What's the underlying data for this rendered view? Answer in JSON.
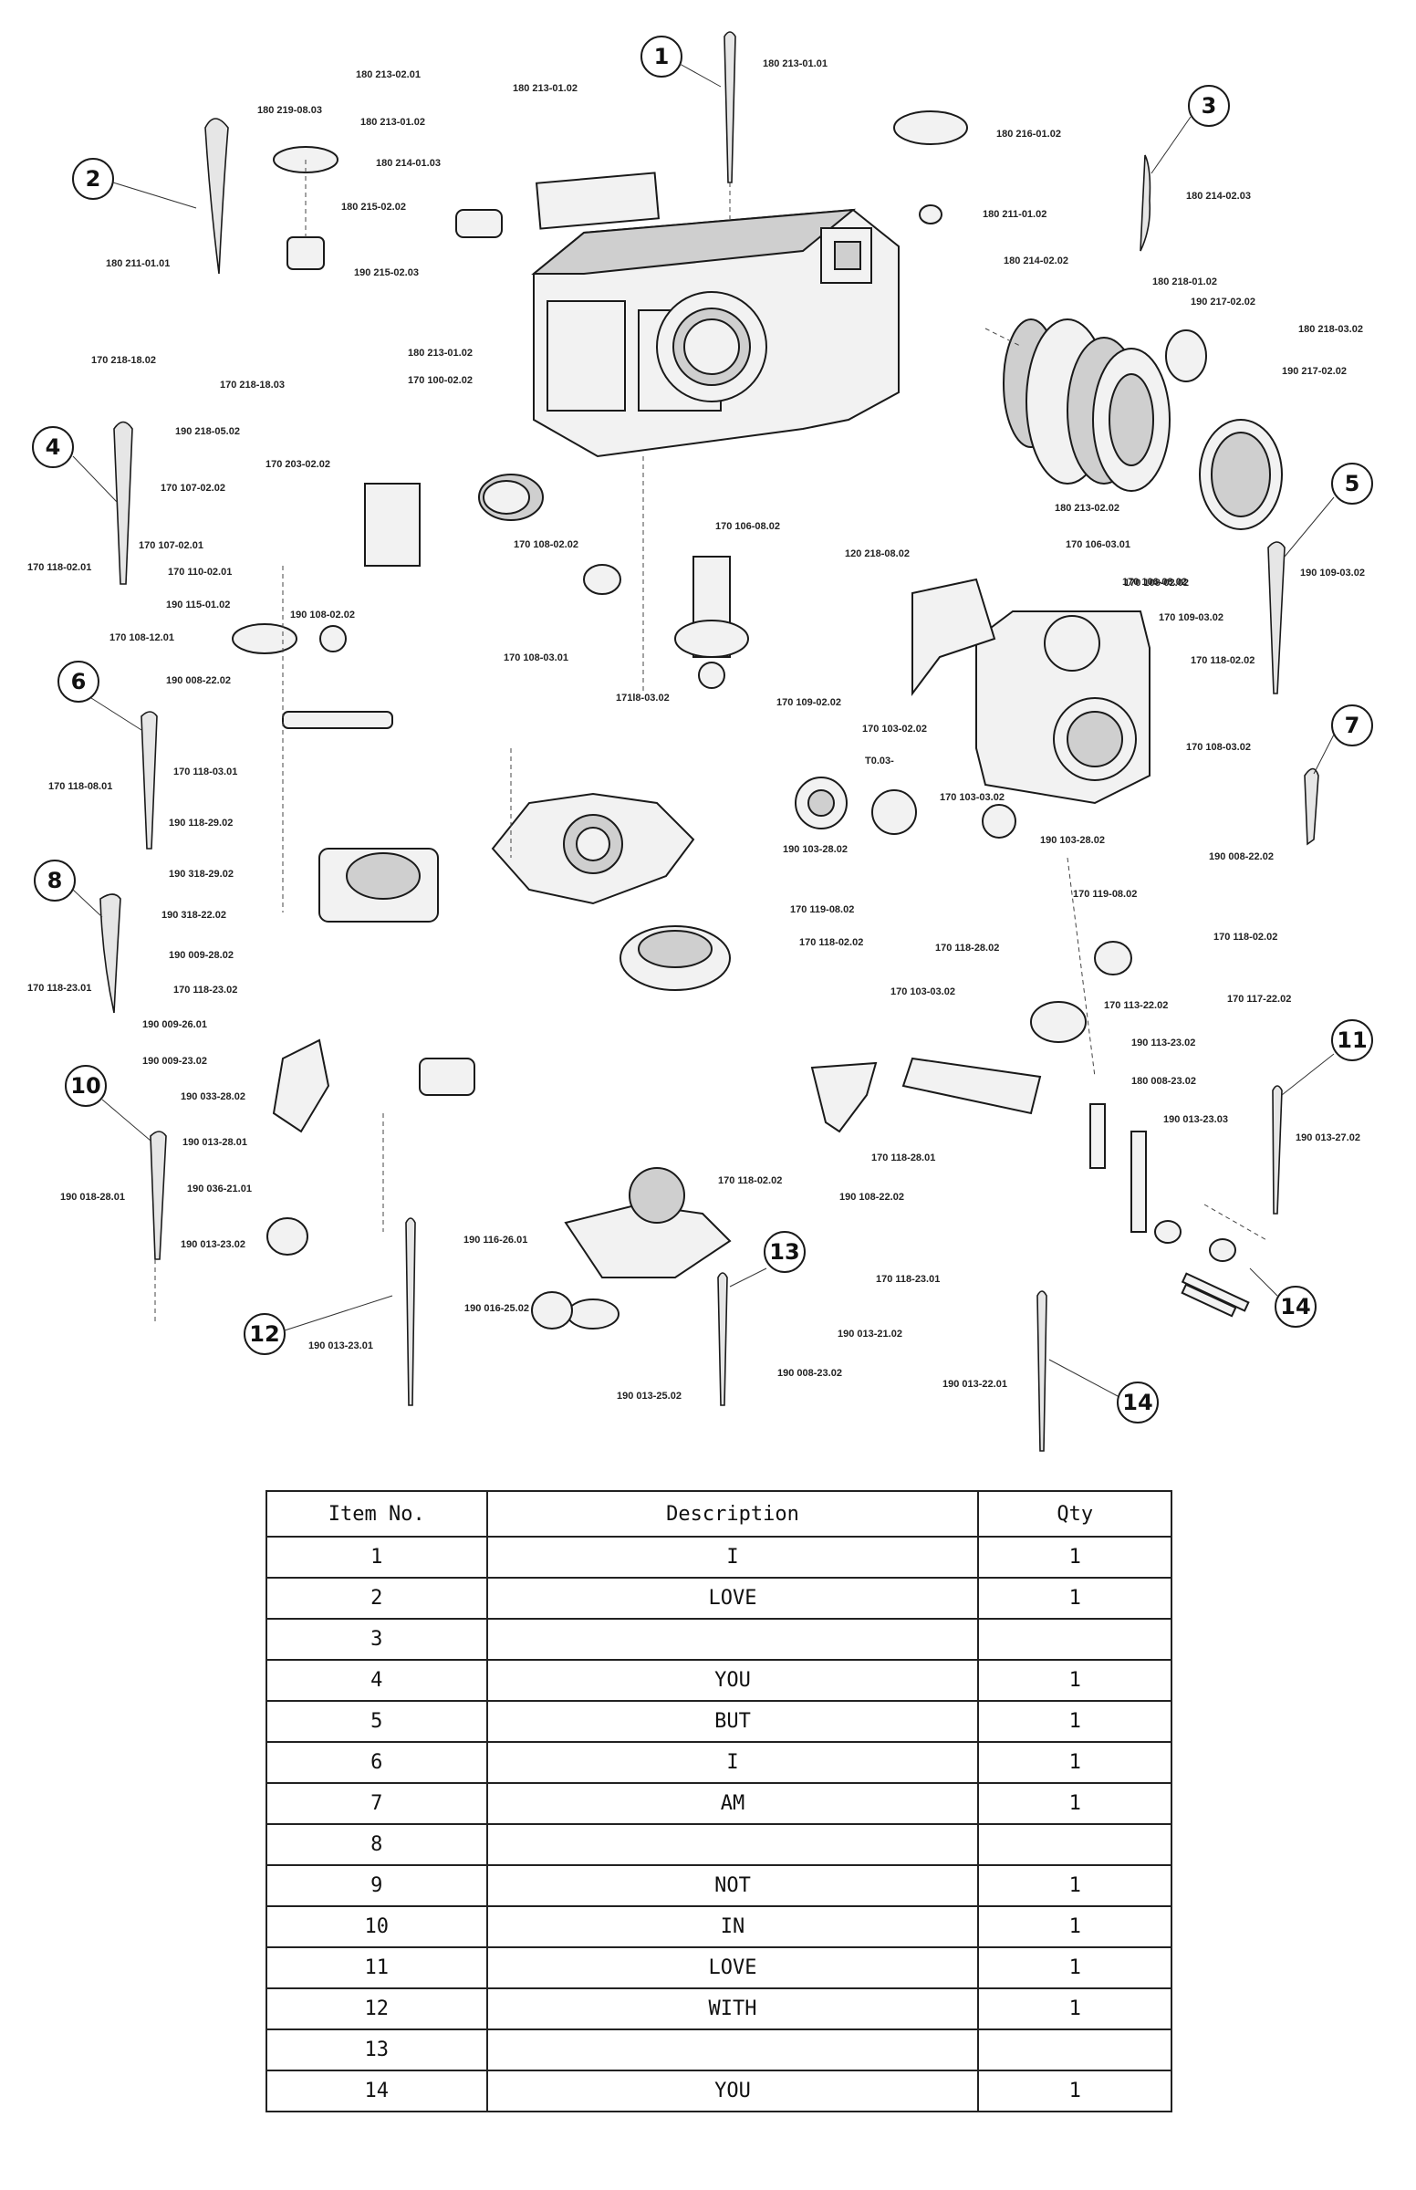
{
  "diagram": {
    "callouts": [
      "1",
      "2",
      "3",
      "4",
      "5",
      "6",
      "7",
      "8",
      "10",
      "11",
      "12",
      "13",
      "14",
      "14"
    ],
    "part_labels": [
      "180 213-01.01",
      "180 213-02.01",
      "180 213-01.02",
      "180 219-08.03",
      "180 213-01.02",
      "180 214-01.03",
      "180 215-02.02",
      "180 216-01.02",
      "180 214-02.03",
      "180 211-01.01",
      "180 211-01.02",
      "180 214-02.02",
      "180 218-01.02",
      "190 217-02.02",
      "180 218-03.02",
      "190 217-02.02",
      "190 215-02.03",
      "180 213-01.02",
      "170 100-02.02",
      "170 218-18.02",
      "170 218-18.03",
      "190 218-05.02",
      "170 203-02.02",
      "170 107-02.02",
      "170 107-02.01",
      "170 118-02.01",
      "170 110-02.01",
      "190 115-01.02",
      "190 108-02.02",
      "170 108-12.01",
      "190 008-22.02",
      "170 108-02.02",
      "170 106-08.02",
      "170 108-02.02",
      "120 218-08.02",
      "180 213-02.02",
      "170 106-03.01",
      "170 106-08.02",
      "170 109-03.02",
      "190 109-03.02",
      "170 118-02.02",
      "170 108-03.02",
      "170 108-03.01",
      "171l8-03.02",
      "170 109-02.02",
      "170 103-02.02",
      "T0.03-",
      "170 103-03.02",
      "190 103-28.02",
      "190 103-28.02",
      "170 118-03.01",
      "170 118-08.01",
      "190 118-29.02",
      "190 318-29.02",
      "190 318-22.02",
      "190 009-28.02",
      "170 118-23.02",
      "190 009-26.01",
      "190 009-23.02",
      "170 118-23.01",
      "170 119-08.02",
      "170 118-02.02",
      "170 118-28.02",
      "170 119-08.02",
      "190 008-22.02",
      "170 118-02.02",
      "170 113-22.02",
      "170 117-22.02",
      "170 103-03.02",
      "190 113-23.02",
      "180 008-23.02",
      "190 013-23.03",
      "190 013-27.02",
      "190 033-28.02",
      "190 013-28.01",
      "190 036-21.01",
      "190 018-28.01",
      "190 013-23.02",
      "190 116-26.01",
      "170 118-02.02",
      "190 108-22.02",
      "170 118-28.01",
      "170 118-23.01",
      "190 013-21.02",
      "190 016-25.02",
      "190 013-23.01",
      "190 013-25.02",
      "190 008-23.02",
      "190 013-22.01"
    ]
  },
  "table": {
    "headers": [
      "Item No.",
      "Description",
      "Qty"
    ],
    "rows": [
      {
        "item": "1",
        "description": "I",
        "qty": "1"
      },
      {
        "item": "2",
        "description": "LOVE",
        "qty": "1"
      },
      {
        "item": "3",
        "description": "",
        "qty": ""
      },
      {
        "item": "4",
        "description": "YOU",
        "qty": "1"
      },
      {
        "item": "5",
        "description": "BUT",
        "qty": "1"
      },
      {
        "item": "6",
        "description": "I",
        "qty": "1"
      },
      {
        "item": "7",
        "description": "AM",
        "qty": "1"
      },
      {
        "item": "8",
        "description": "",
        "qty": ""
      },
      {
        "item": "9",
        "description": "NOT",
        "qty": "1"
      },
      {
        "item": "10",
        "description": "IN",
        "qty": "1"
      },
      {
        "item": "11",
        "description": "LOVE",
        "qty": "1"
      },
      {
        "item": "12",
        "description": "WITH",
        "qty": "1"
      },
      {
        "item": "13",
        "description": "",
        "qty": ""
      },
      {
        "item": "14",
        "description": "YOU",
        "qty": "1"
      }
    ]
  }
}
